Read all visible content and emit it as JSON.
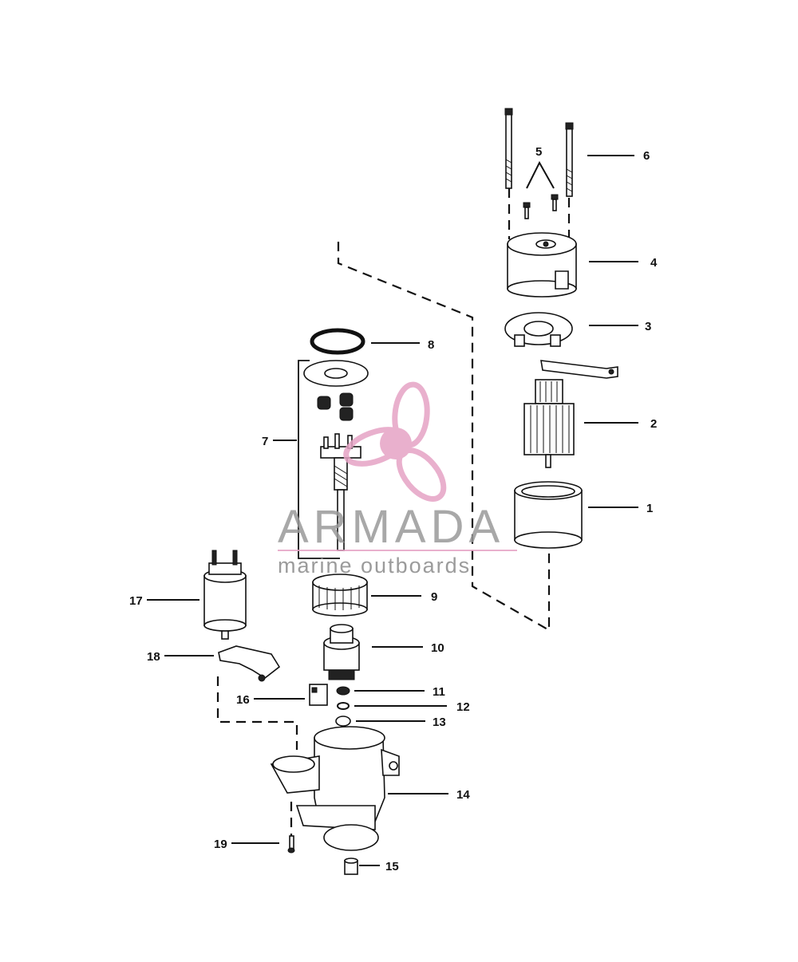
{
  "callouts": [
    "1",
    "2",
    "3",
    "4",
    "5",
    "6",
    "7",
    "8",
    "9",
    "10",
    "11",
    "12",
    "13",
    "14",
    "15",
    "16",
    "17",
    "18",
    "19"
  ],
  "watermark": {
    "title": "ARMADA",
    "subtitle": "marine outboards",
    "logo_icon": "propeller-logo-icon",
    "color_pink": "#e6a3c5",
    "color_gray": "#9a9a9a"
  }
}
